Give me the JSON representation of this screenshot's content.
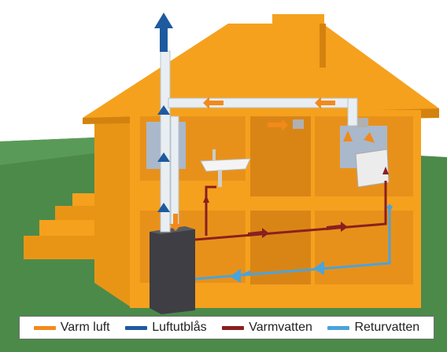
{
  "colors": {
    "warm_air": "#f28a1a",
    "exhaust_air": "#1e5aa0",
    "hot_water": "#8b1f1f",
    "return_water": "#4aa3dc",
    "house": "#f5a11e",
    "house_shadow": "#d4820f",
    "grass": "#4c8a4a",
    "sky": "#ffffff"
  },
  "legend": {
    "items": [
      {
        "label": "Varm luft",
        "color": "#f28a1a",
        "icon": "arrow-icon"
      },
      {
        "label": "Luftutblås",
        "color": "#1e5aa0",
        "icon": "arrow-icon"
      },
      {
        "label": "Varmvatten",
        "color": "#8b1f1f",
        "icon": "arrow-icon"
      },
      {
        "label": "Returvatten",
        "color": "#4aa3dc",
        "icon": "arrow-icon"
      }
    ]
  }
}
